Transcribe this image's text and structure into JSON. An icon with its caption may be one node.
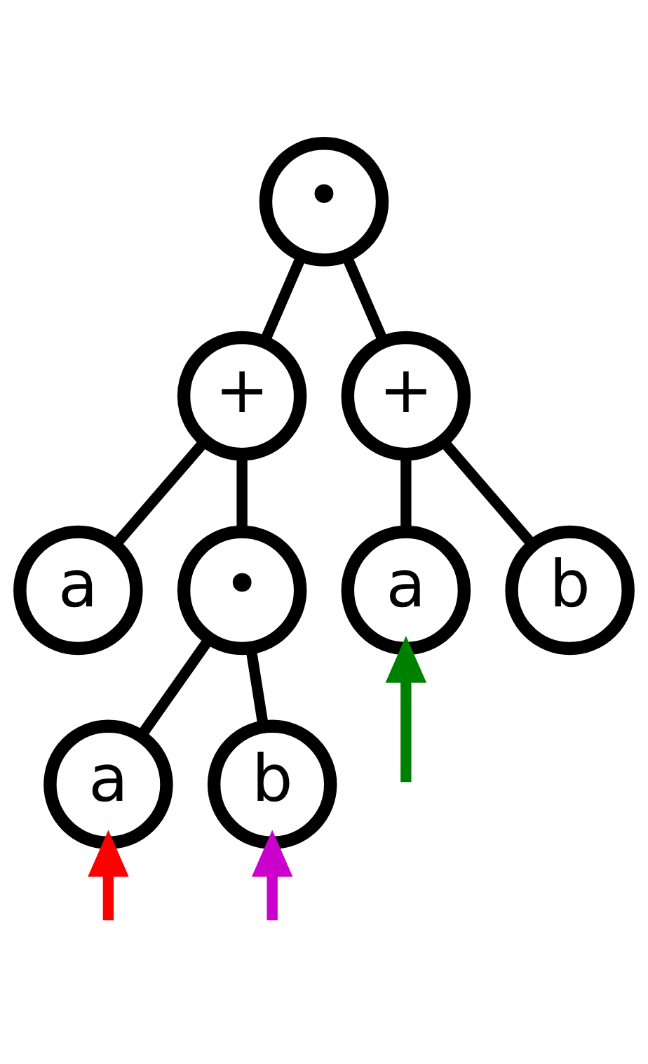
{
  "diagram": {
    "nodes": [
      {
        "text": [
          "•"
        ]
      },
      {
        "text": [
          "+"
        ]
      },
      {
        "text": [
          "+"
        ]
      },
      {
        "text": [
          "a"
        ]
      },
      {
        "text": [
          "•"
        ]
      },
      {
        "text": [
          "a"
        ]
      },
      {
        "text": [
          "b"
        ]
      },
      {
        "text": [
          "a"
        ]
      },
      {
        "text": [
          "b"
        ]
      }
    ],
    "edges": [
      {
        "from": 0,
        "to": 1,
        "arrow": "none"
      },
      {
        "from": 0,
        "to": 2,
        "arrow": "none"
      },
      {
        "from": 1,
        "to": 3,
        "arrow": "none"
      },
      {
        "from": 1,
        "to": 4,
        "arrow": "none"
      },
      {
        "from": 2,
        "to": 5,
        "arrow": "none"
      },
      {
        "from": 2,
        "to": 6,
        "arrow": "none"
      },
      {
        "from": 4,
        "to": 7,
        "arrow": "none"
      },
      {
        "from": 4,
        "to": 8,
        "arrow": "none"
      },
      {
        "from": null,
        "to": 7,
        "arrow": "to",
        "color": "#ff0000"
      },
      {
        "from": null,
        "to": 8,
        "arrow": "to",
        "color": "#cc00cc"
      },
      {
        "from": null,
        "to": 5,
        "arrow": "to",
        "color": "#008000"
      }
    ]
  }
}
